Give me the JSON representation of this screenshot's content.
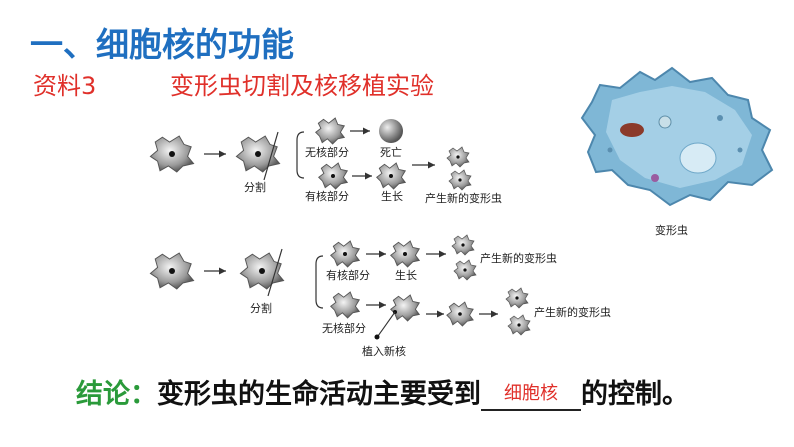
{
  "title": "一、细胞核的功能",
  "subtitle": {
    "label": "资料3",
    "text": "变形虫切割及核移植实验"
  },
  "diagram_top": {
    "split": "分割",
    "no_nucleus": "无核部分",
    "death": "死亡",
    "with_nucleus": "有核部分",
    "growth": "生长",
    "new_amoeba": "产生新的变形虫"
  },
  "diagram_bottom": {
    "split": "分割",
    "with_nucleus": "有核部分",
    "growth": "生长",
    "new_amoeba_1": "产生新的变形虫",
    "no_nucleus": "无核部分",
    "implant": "植入新核",
    "new_amoeba_2": "产生新的变形虫"
  },
  "amoeba_caption": "变形虫",
  "conclusion": {
    "head": "结论：",
    "text": "变形虫的生命活动主要受到",
    "answer": "细胞核",
    "tail": "的控制。"
  },
  "colors": {
    "title": "#1f6fc0",
    "red": "#e0302a",
    "green": "#2a9a3a"
  }
}
